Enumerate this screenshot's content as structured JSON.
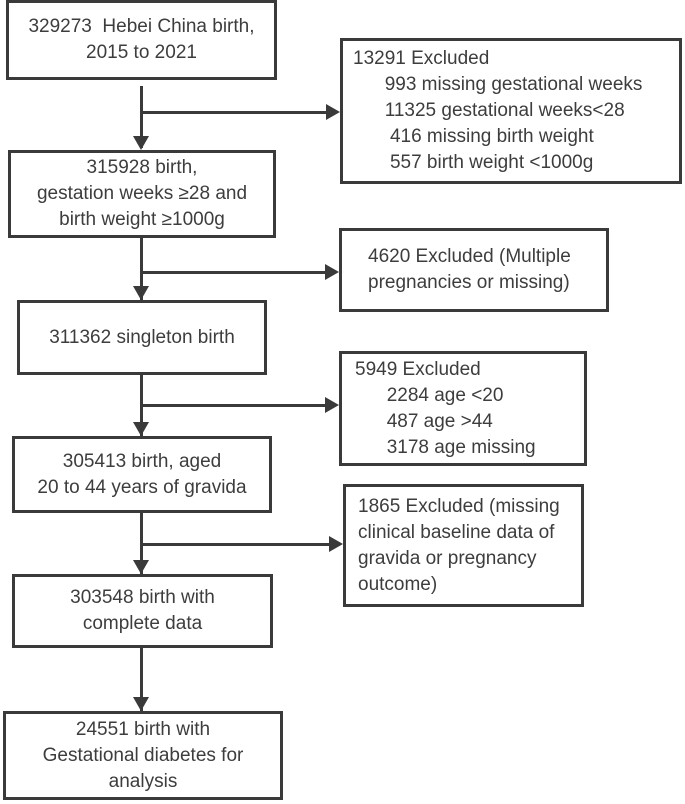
{
  "flow": {
    "boxes": {
      "total": "329273  Hebei China birth,\n2015 to 2021",
      "gestation": "315928 birth,\ngestation weeks ≥28 and\nbirth weight ≥1000g",
      "singleton": "311362 singleton birth",
      "age": "305413 birth, aged\n20 to 44 years of gravida",
      "complete": "303548 birth with\ncomplete data",
      "analysis": "24551 birth with\nGestational diabetes for\nanalysis"
    },
    "excluded": {
      "gestation": "13291 Excluded\n      993 missing gestational weeks\n      11325 gestational weeks<28\n       416 missing birth weight\n       557 birth weight <1000g",
      "multiple": "4620 Excluded (Multiple\npregnancies or missing)",
      "age": "5949 Excluded\n      2284 age <20\n      487 age >44\n      3178 age missing",
      "baseline": "1865 Excluded (missing\nclinical baseline data of\ngravida or pregnancy\noutcome)"
    },
    "colors": {
      "line": "#3a3a3a",
      "text": "#3d3d3d",
      "background": "#ffffff"
    }
  }
}
